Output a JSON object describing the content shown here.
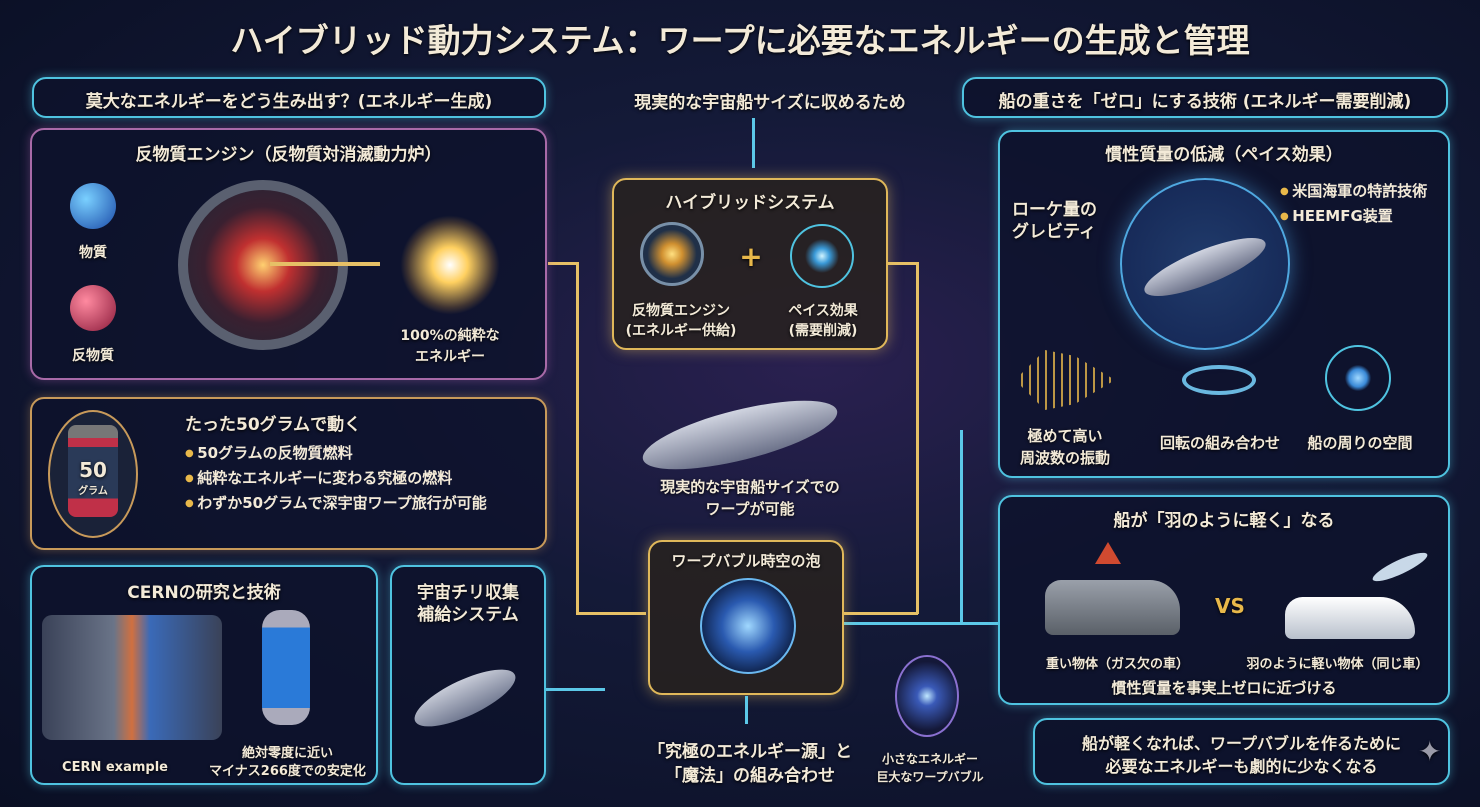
{
  "title": "ハイブリッド動力システム：ワープに必要なエネルギーの生成と管理",
  "left_header": "莫大なエネルギーをどう生み出す？(エネルギー生成)",
  "center_header": "現実的な宇宙船サイズに収めるため",
  "right_header": "船の重さを「ゼロ」にする技術 (エネルギー需要削減)",
  "antimatter": {
    "title": "反物質エンジン（反物質対消滅動力炉）",
    "matter": "物質",
    "antimatter": "反物質",
    "energy_line1": "100%の純粋な",
    "energy_line2": "エネルギー"
  },
  "fuel": {
    "title": "たった50グラムで動く",
    "jar_number": "50",
    "jar_unit": "グラム",
    "bullets": [
      "50グラムの反物質燃料",
      "純粋なエネルギーに変わる究極の燃料",
      "わずか50グラムで深宇宙ワープ旅行が可能"
    ]
  },
  "cern": {
    "title": "CERNの研究と技術",
    "caption_left": "CERN example",
    "caption_right_1": "絶対零度に近い",
    "caption_right_2": "マイナス266度での安定化"
  },
  "dust": {
    "title_1": "宇宙チリ収集",
    "title_2": "補給システム"
  },
  "hybrid": {
    "title": "ハイブリッドシステム",
    "left_1": "反物質エンジン",
    "left_2": "(エネルギー供給)",
    "right_1": "ペイス効果",
    "right_2": "(需要削減)",
    "plus": "+"
  },
  "ship_caption_1": "現実的な宇宙船サイズでの",
  "ship_caption_2": "ワープが可能",
  "warp": {
    "title": "ワープバブル時空の泡",
    "caption_1": "「究極のエネルギー源」と",
    "caption_2": "「魔法」の組み合わせ"
  },
  "small_bubble": {
    "line1": "小さなエネルギー",
    "line2": "巨大なワープバブル"
  },
  "inertia": {
    "title": "慣性質量の低減（ペイス効果）",
    "lorentz_1": "ローケ量の",
    "lorentz_2": "グレビティ",
    "bullets": [
      "米国海軍の特許技術",
      "HEEMFG装置"
    ],
    "step1_1": "極めて高い",
    "step1_2": "周波数の振動",
    "step2": "回転の組み合わせ",
    "step3": "船の周りの空間"
  },
  "feather": {
    "title": "船が「羽のように軽く」なる",
    "vs": "VS",
    "heavy": "重い物体（ガス欠の車）",
    "light": "羽のように軽い物体（同じ車）",
    "summary": "慣性質量を事実上ゼロに近づける"
  },
  "conclusion": {
    "line1": "船が軽くなれば、ワープバブルを作るために",
    "line2": "必要なエネルギーも劇的に少なくなる"
  }
}
